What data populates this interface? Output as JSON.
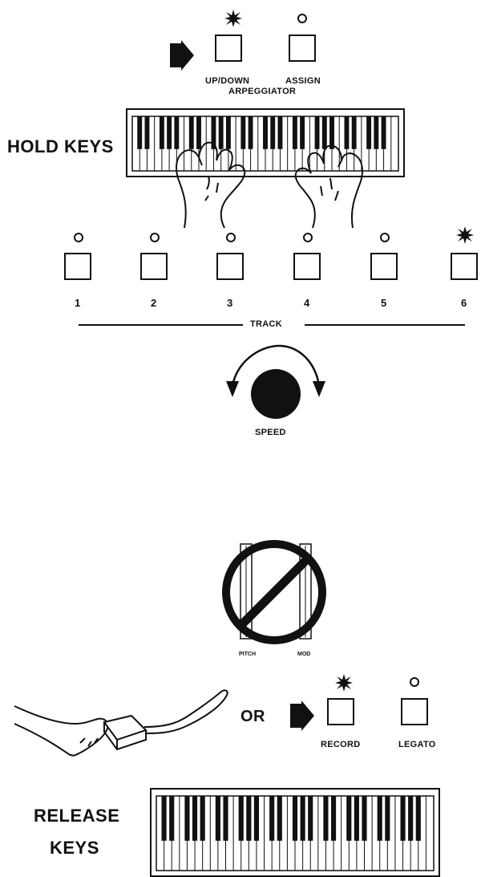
{
  "step_hold": {
    "arpeggiator": {
      "up_down_label": "UP/DOWN",
      "assign_label": "ASSIGN",
      "group_label": "ARPEGGIATOR",
      "up_down_lit": true,
      "assign_lit": false
    },
    "hold_keys_label": "HOLD KEYS"
  },
  "tracks": {
    "items": [
      {
        "label": "1",
        "lit": false
      },
      {
        "label": "2",
        "lit": false
      },
      {
        "label": "3",
        "lit": false
      },
      {
        "label": "4",
        "lit": false
      },
      {
        "label": "5",
        "lit": false
      },
      {
        "label": "6",
        "lit": true
      }
    ],
    "group_label": "TRACK"
  },
  "speed_label": "SPEED",
  "prohibited_wheels": {
    "pitch_label": "PITCH",
    "mod_label": "MOD"
  },
  "step_release": {
    "or_label": "OR",
    "record_label": "RECORD",
    "legato_label": "LEGATO",
    "record_lit": true,
    "legato_lit": false,
    "release_line1": "RELEASE",
    "release_line2": "KEYS"
  },
  "colors": {
    "ink": "#111111",
    "paper": "#ffffff"
  }
}
